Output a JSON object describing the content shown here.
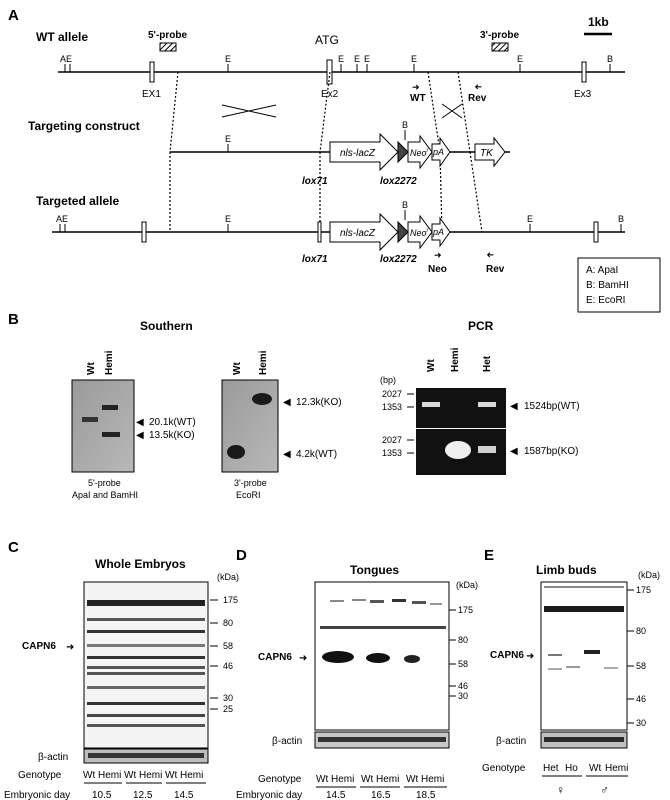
{
  "panels": {
    "A": "A",
    "B": "B",
    "C": "C",
    "D": "D",
    "E": "E"
  },
  "panel_a": {
    "wt_allele": "WT allele",
    "probe5": "5'-probe",
    "probe3": "3'-probe",
    "atg": "ATG",
    "scale": "1kb",
    "ae": "AE",
    "e": "E",
    "b": "B",
    "ex1": "EX1",
    "ex2": "Ex2",
    "ex3": "Ex3",
    "wt_primer": "WT",
    "rev_primer": "Rev",
    "neo_primer": "Neo",
    "targeting_construct": "Targeting construct",
    "targeted_allele": "Targeted allele",
    "nls_lacz": "nls-lacZ",
    "neo": "Neo",
    "neo_sup": "r",
    "pa": "pA",
    "tk": "TK",
    "lox71": "lox71",
    "lox2272": "lox2272",
    "legend": [
      "A: ApaI",
      "B: BamHI",
      "E: EcoRI"
    ]
  },
  "panel_b": {
    "southern": "Southern",
    "pcr": "PCR",
    "wt": "Wt",
    "hemi": "Hemi",
    "het": "Het",
    "s1_bands": [
      "20.1k(WT)",
      "13.5k(KO)"
    ],
    "s1_caption": [
      "5'-probe",
      "ApaI and BamHI"
    ],
    "s2_bands": [
      "12.3k(KO)",
      "4.2k(WT)"
    ],
    "s2_caption": [
      "3'-probe",
      "EcoRI"
    ],
    "bp": "(bp)",
    "ladder": [
      "2027",
      "1353"
    ],
    "pcr_bands": [
      "1524bp(WT)",
      "1587bp(KO)"
    ]
  },
  "panel_c": {
    "title": "Whole Embryos",
    "kda": "(kDa)",
    "markers": [
      "175",
      "80",
      "58",
      "46",
      "30",
      "25"
    ],
    "capn6": "CAPN6",
    "actin": "β-actin",
    "genotype_label": "Genotype",
    "genotypes": [
      "Wt",
      "Hemi",
      "Wt",
      "Hemi",
      "Wt",
      "Hemi"
    ],
    "day_label": "Embryonic day",
    "days": [
      "10.5",
      "12.5",
      "14.5"
    ]
  },
  "panel_d": {
    "title": "Tongues",
    "kda": "(kDa)",
    "markers": [
      "175",
      "80",
      "58",
      "46",
      "30"
    ],
    "capn6": "CAPN6",
    "actin": "β-actin",
    "genotype_label": "Genotype",
    "genotypes": [
      "Wt",
      "Hemi",
      "Wt",
      "Hemi",
      "Wt",
      "Hemi"
    ],
    "day_label": "Embryonic day",
    "days": [
      "14.5",
      "16.5",
      "18.5"
    ]
  },
  "panel_e": {
    "title": "Limb buds",
    "kda": "(kDa)",
    "markers": [
      "175",
      "80",
      "58",
      "46",
      "30"
    ],
    "capn6": "CAPN6",
    "actin": "β-actin",
    "genotype_label": "Genotype",
    "genotypes": [
      "Het",
      "Ho",
      "Wt",
      "Hemi"
    ],
    "sexes": [
      "♀",
      "♂"
    ]
  }
}
